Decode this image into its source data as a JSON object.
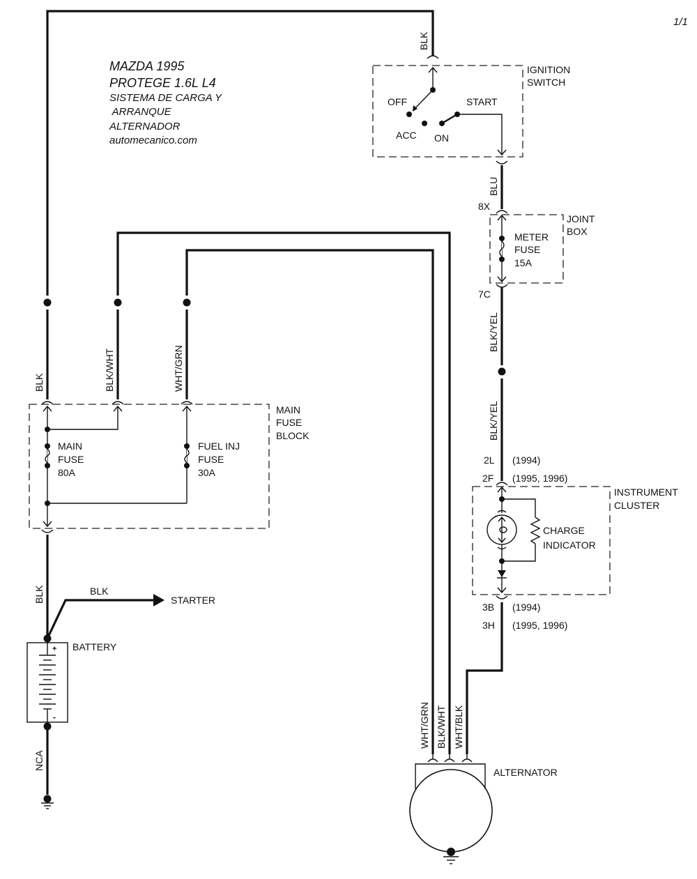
{
  "page_indicator": "1/1",
  "title": {
    "lines": [
      "MAZDA 1995",
      "PROTEGE  1.6L  L4",
      "SISTEMA DE CARGA Y",
      " ARRANQUE",
      "ALTERNADOR",
      "automecanico.com"
    ]
  },
  "wire_colors": {
    "blk": "BLK",
    "blu": "BLU",
    "blk_yel": "BLK/YEL",
    "blk_wht": "BLK/WHT",
    "wht_grn": "WHT/GRN",
    "wht_blk": "WHT/BLK",
    "nca": "NCA"
  },
  "ignition_switch": {
    "label": [
      "IGNITION",
      "SWITCH"
    ],
    "positions": {
      "off": "OFF",
      "acc": "ACC",
      "on": "ON",
      "start": "START"
    }
  },
  "joint_box": {
    "label": [
      "JOINT",
      "BOX"
    ],
    "connector_in": "8X",
    "connector_out": "7C",
    "fuse": [
      "METER",
      "FUSE",
      "15A"
    ]
  },
  "main_fuse_block": {
    "label": [
      "MAIN",
      "FUSE",
      "BLOCK"
    ],
    "main_fuse": [
      "MAIN",
      "FUSE",
      "80A"
    ],
    "fuel_inj_fuse": [
      "FUEL INJ",
      "FUSE",
      "30A"
    ]
  },
  "instrument_cluster": {
    "label": [
      "INSTRUMENT",
      "CLUSTER"
    ],
    "indicator": [
      "CHARGE",
      "INDICATOR"
    ],
    "connectors_in": [
      {
        "pin": "2L",
        "years": "(1994)"
      },
      {
        "pin": "2F",
        "years": "(1995, 1996)"
      }
    ],
    "connectors_out": [
      {
        "pin": "3B",
        "years": "(1994)"
      },
      {
        "pin": "3H",
        "years": "(1995, 1996)"
      }
    ]
  },
  "battery": {
    "label": "BATTERY",
    "plus": "+",
    "minus": "-"
  },
  "starter": {
    "label": "STARTER"
  },
  "alternator": {
    "label": "ALTERNATOR"
  }
}
